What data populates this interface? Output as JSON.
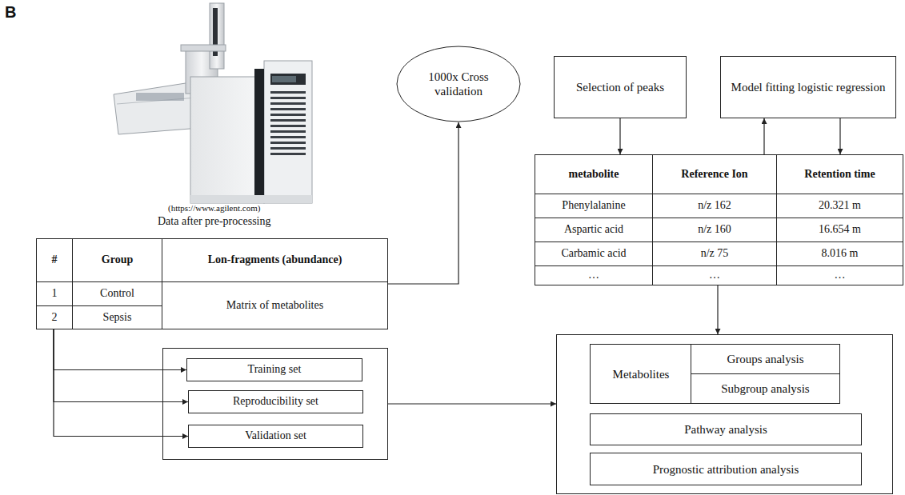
{
  "diagram": {
    "nodes": [
      {
        "text": [
          "#",
          "Group",
          "Lon-fragments (abundance)",
          "1",
          "Control",
          "Matrix of metabolites",
          "2",
          "Sepsis"
        ]
      },
      {
        "text": [
          "1000x Cross validation"
        ]
      },
      {
        "text": [
          "Selection of peaks"
        ]
      },
      {
        "text": [
          "Model fitting logistic regression"
        ]
      },
      {
        "text": [
          "metabolite",
          "Reference Ion",
          "Retention time",
          "Phenylalanine",
          "n/z 162",
          "20.321 m",
          "Aspartic acid",
          "n/z 160",
          "16.654 m",
          "Carbamic acid",
          "n/z 75",
          "8.016 m",
          "…",
          "…",
          "…"
        ]
      },
      {
        "text": []
      },
      {
        "text": [
          "Training set"
        ],
        "in": 5
      },
      {
        "text": [
          "Reproducibility set"
        ],
        "in": 5
      },
      {
        "text": [
          "Validation set"
        ],
        "in": 5
      },
      {
        "text": []
      },
      {
        "text": [
          "Metabolites"
        ],
        "in": 9
      },
      {
        "text": [
          "Groups analysis"
        ],
        "in": 10
      },
      {
        "text": [
          "Subgroup analysis"
        ],
        "in": 10
      },
      {
        "text": [
          "Pathway analysis"
        ],
        "in": 9
      },
      {
        "text": [
          "Prognostic attribution analysis"
        ],
        "in": 9
      }
    ],
    "edges": [
      {
        "from": 0,
        "to": 1,
        "arrow": "to"
      },
      {
        "from": 2,
        "to": 4,
        "arrow": "to"
      },
      {
        "from": 4,
        "to": 3,
        "arrow": "to"
      },
      {
        "from": 3,
        "to": 4,
        "arrow": "to"
      },
      {
        "from": 4,
        "to": 9,
        "arrow": "to"
      },
      {
        "from": 0,
        "to": 6,
        "arrow": "to"
      },
      {
        "from": 0,
        "to": 7,
        "arrow": "to"
      },
      {
        "from": 0,
        "to": 8,
        "arrow": "to"
      },
      {
        "from": 5,
        "to": 9,
        "arrow": "to"
      }
    ],
    "labels": [
      "B",
      "(https://www.agilent.com)",
      "Data after pre-processing"
    ]
  }
}
